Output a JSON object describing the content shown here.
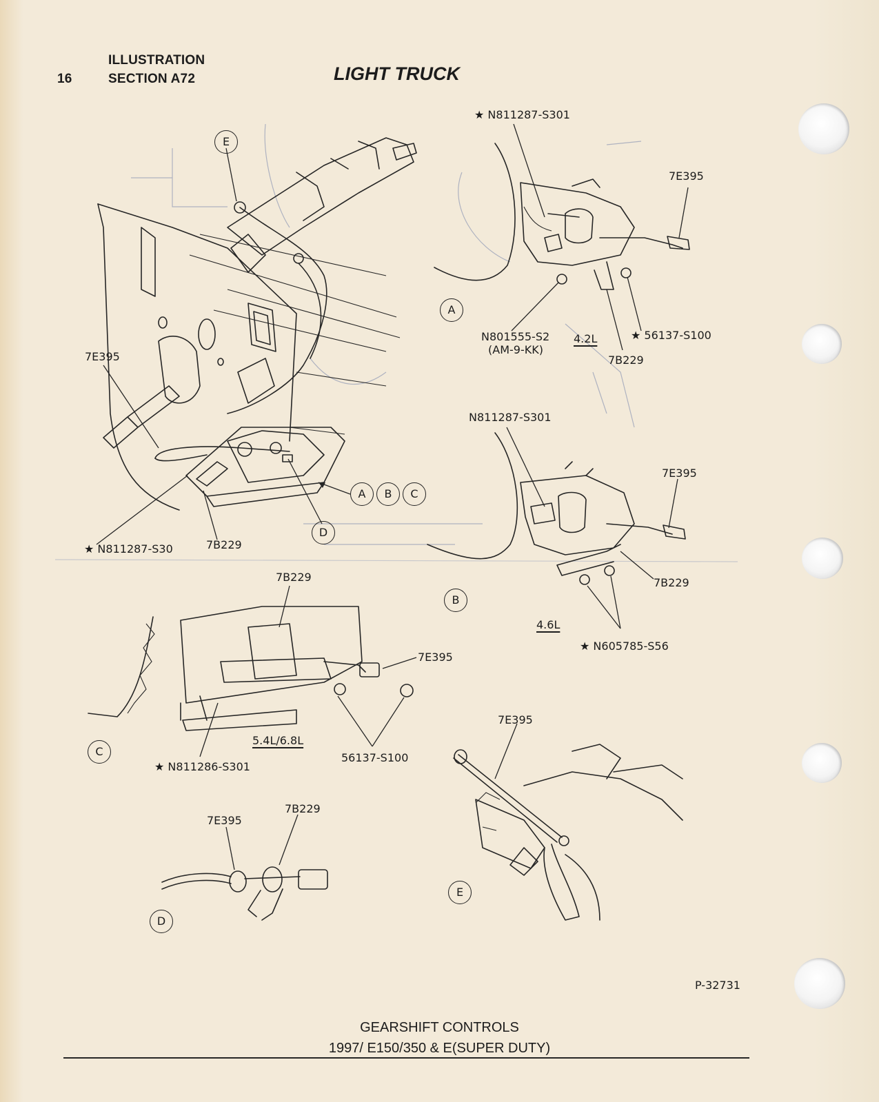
{
  "header": {
    "page_number": "16",
    "line1": "ILLUSTRATION",
    "line2": "SECTION A72",
    "title": "LIGHT TRUCK"
  },
  "figure": {
    "main": {
      "callout_e": "E",
      "label_7e395": "7E395",
      "label_n811287": "★ N811287-S30",
      "label_7b229": "7B229",
      "callout_a": "A",
      "callout_b": "B",
      "callout_c": "C",
      "callout_d": "D"
    },
    "view_a": {
      "label_n811287": "★ N811287-S301",
      "label_7e395": "7E395",
      "label_n801555": "N801555-S2",
      "label_am9kk": "(AM-9-KK)",
      "label_engine": "4.2L",
      "label_56137": "★ 56137-S100",
      "label_7b229": "7B229",
      "callout": "A"
    },
    "view_b": {
      "label_n811287": "N811287-S301",
      "label_7e395": "7E395",
      "label_7b229": "7B229",
      "label_engine": "4.6L",
      "label_n605785": "★ N605785-S56",
      "callout": "B"
    },
    "view_c": {
      "label_7b229": "7B229",
      "label_7e395": "7E395",
      "label_engine": "5.4L/6.8L",
      "label_56137": "56137-S100",
      "label_n811286": "★ N811286-S301",
      "callout": "C"
    },
    "view_d": {
      "label_7e395": "7E395",
      "label_7b229": "7B229",
      "callout": "D"
    },
    "view_e": {
      "label_7e395": "7E395",
      "callout": "E"
    }
  },
  "illustration_code": "P-32731",
  "caption": {
    "line1": "GEARSHIFT CONTROLS",
    "line2": "1997/ E150/350 & E(SUPER DUTY)"
  },
  "colors": {
    "paper": "#f3ead9",
    "ink": "#262626",
    "bleed_through": "#aeb2c0"
  }
}
